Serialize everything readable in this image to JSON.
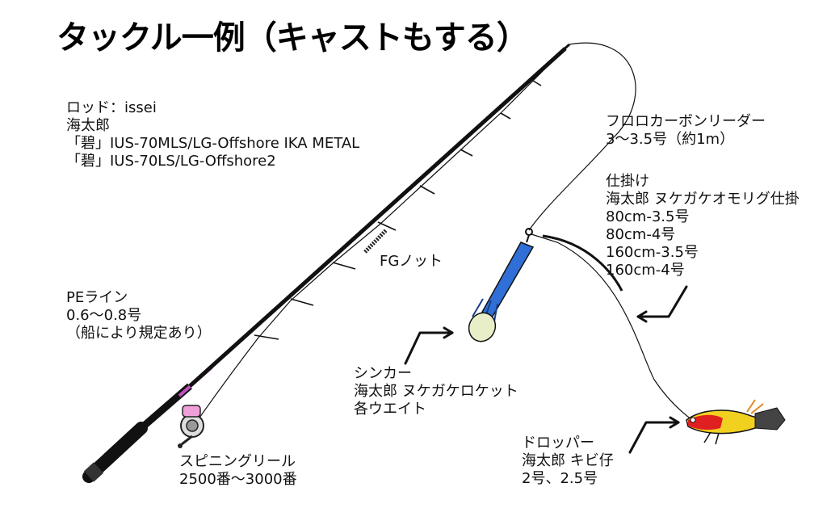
{
  "title": "タックル一例（キャストもする）",
  "rod": {
    "lines": [
      "ロッド：issei",
      "海太郎",
      "「碧」IUS-70MLS/LG-Offshore IKA METAL",
      "「碧」IUS-70LS/LG-Offshore2"
    ]
  },
  "pe_line": {
    "lines": [
      "PEライン",
      "0.6〜0.8号",
      "（船により規定あり）"
    ]
  },
  "fg_knot": {
    "label": "FGノット"
  },
  "reel": {
    "lines": [
      "スピニングリール",
      "2500番〜3000番"
    ]
  },
  "fluoro": {
    "lines": [
      "フロロカーボンリーダー",
      "3〜3.5号（約1m）"
    ]
  },
  "rig": {
    "lines": [
      "仕掛け",
      "海太郎 ヌケガケオモリグ仕掛",
      "80cm-3.5号",
      "80cm-4号",
      "160cm-3.5号",
      "160cm-4号"
    ]
  },
  "sinker": {
    "lines": [
      "シンカー",
      "海太郎 ヌケガケロケット",
      "各ウエイト"
    ]
  },
  "dropper": {
    "lines": [
      "ドロッパー",
      "海太郎 キビ仔",
      "2号、2.5号"
    ]
  },
  "colors": {
    "rod": "#111111",
    "handle_accent": "#c050c0",
    "sinker_body": "#2f6fd6",
    "sinker_head": "#e8efc8",
    "egi_red": "#e02020",
    "egi_yellow": "#f2d020"
  }
}
